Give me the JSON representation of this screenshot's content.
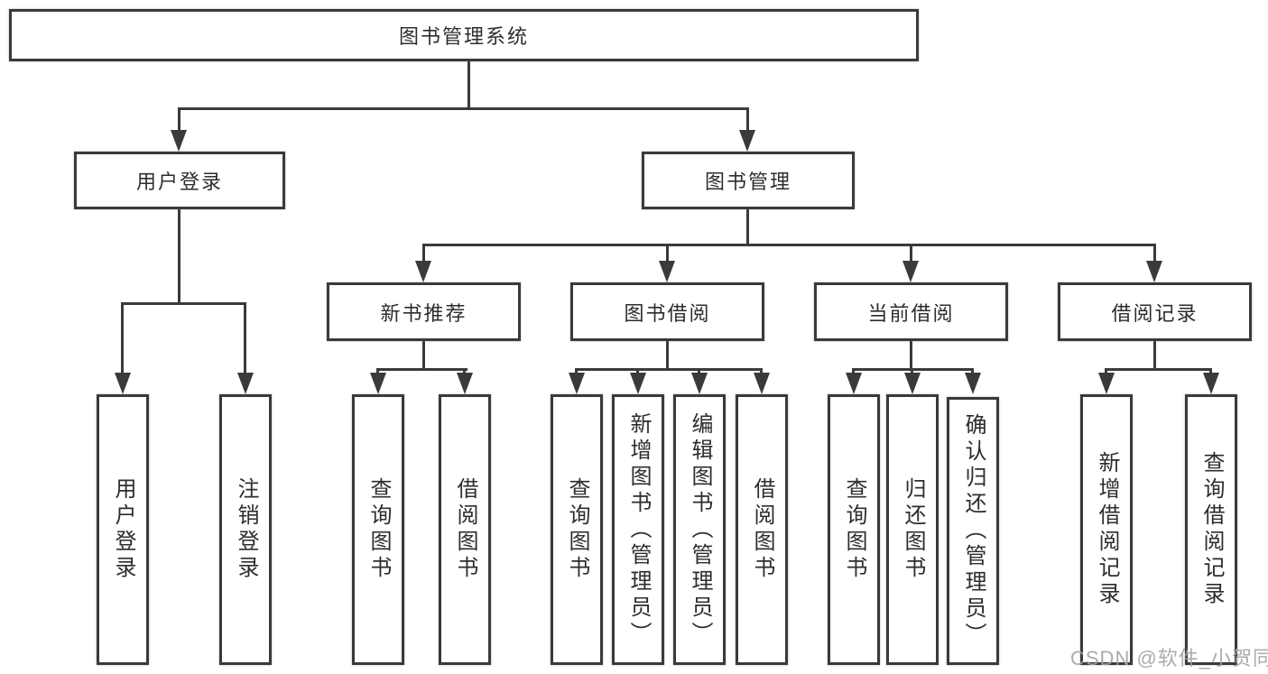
{
  "diagram": {
    "root": {
      "label": "图书管理系统",
      "children": [
        {
          "label": "用户登录",
          "children": [
            {
              "label": "用户登录"
            },
            {
              "label": "注销登录"
            }
          ]
        },
        {
          "label": "图书管理",
          "children": [
            {
              "label": "新书推荐",
              "children": [
                {
                  "label": "查询图书"
                },
                {
                  "label": "借阅图书"
                }
              ]
            },
            {
              "label": "图书借阅",
              "children": [
                {
                  "label": "查询图书"
                },
                {
                  "label": "新增图书（管理员）"
                },
                {
                  "label": "编辑图书（管理员）"
                },
                {
                  "label": "借阅图书"
                }
              ]
            },
            {
              "label": "当前借阅",
              "children": [
                {
                  "label": "查询图书"
                },
                {
                  "label": "归还图书"
                },
                {
                  "label": "确认归还（管理员）"
                }
              ]
            },
            {
              "label": "借阅记录",
              "children": [
                {
                  "label": "新增借阅记录"
                },
                {
                  "label": "查询借阅记录"
                }
              ]
            }
          ]
        }
      ]
    }
  },
  "watermark": {
    "text": "CSDN @软件_小贺同学"
  },
  "colors": {
    "line": "#3a3a3a",
    "text": "#2d2d2d",
    "box_fill": "#ffffff",
    "watermark": "#a3a3a3"
  }
}
